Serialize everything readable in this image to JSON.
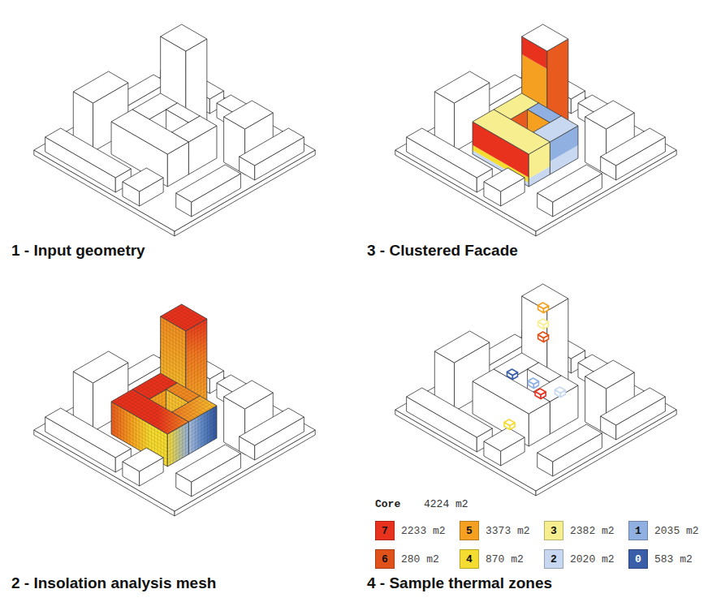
{
  "diagram": {
    "labels": [
      "1 - Input geometry",
      "3 - Clustered Facade",
      "2 - Insolation analysis mesh",
      "Core",
      "4224 m2",
      "7",
      "5",
      "3",
      "1",
      "6",
      "4",
      "2",
      "0",
      "4 - Sample thermal zones"
    ],
    "legend": [
      {
        "text": "2233 m2",
        "color": "#e8321e"
      },
      {
        "text": "3373 m2",
        "color": "#f5a020"
      },
      {
        "text": "2382 m2",
        "color": "#f7ee90"
      },
      {
        "text": "2035 m2",
        "color": "#8fb0e0"
      },
      {
        "text": "280 m2",
        "color": "#e0521a"
      },
      {
        "text": "870 m2",
        "color": "#f5dc30"
      },
      {
        "text": "2020 m2",
        "color": "#c8d8f0"
      },
      {
        "text": "583 m2",
        "color": "#3a5fa8"
      }
    ]
  }
}
